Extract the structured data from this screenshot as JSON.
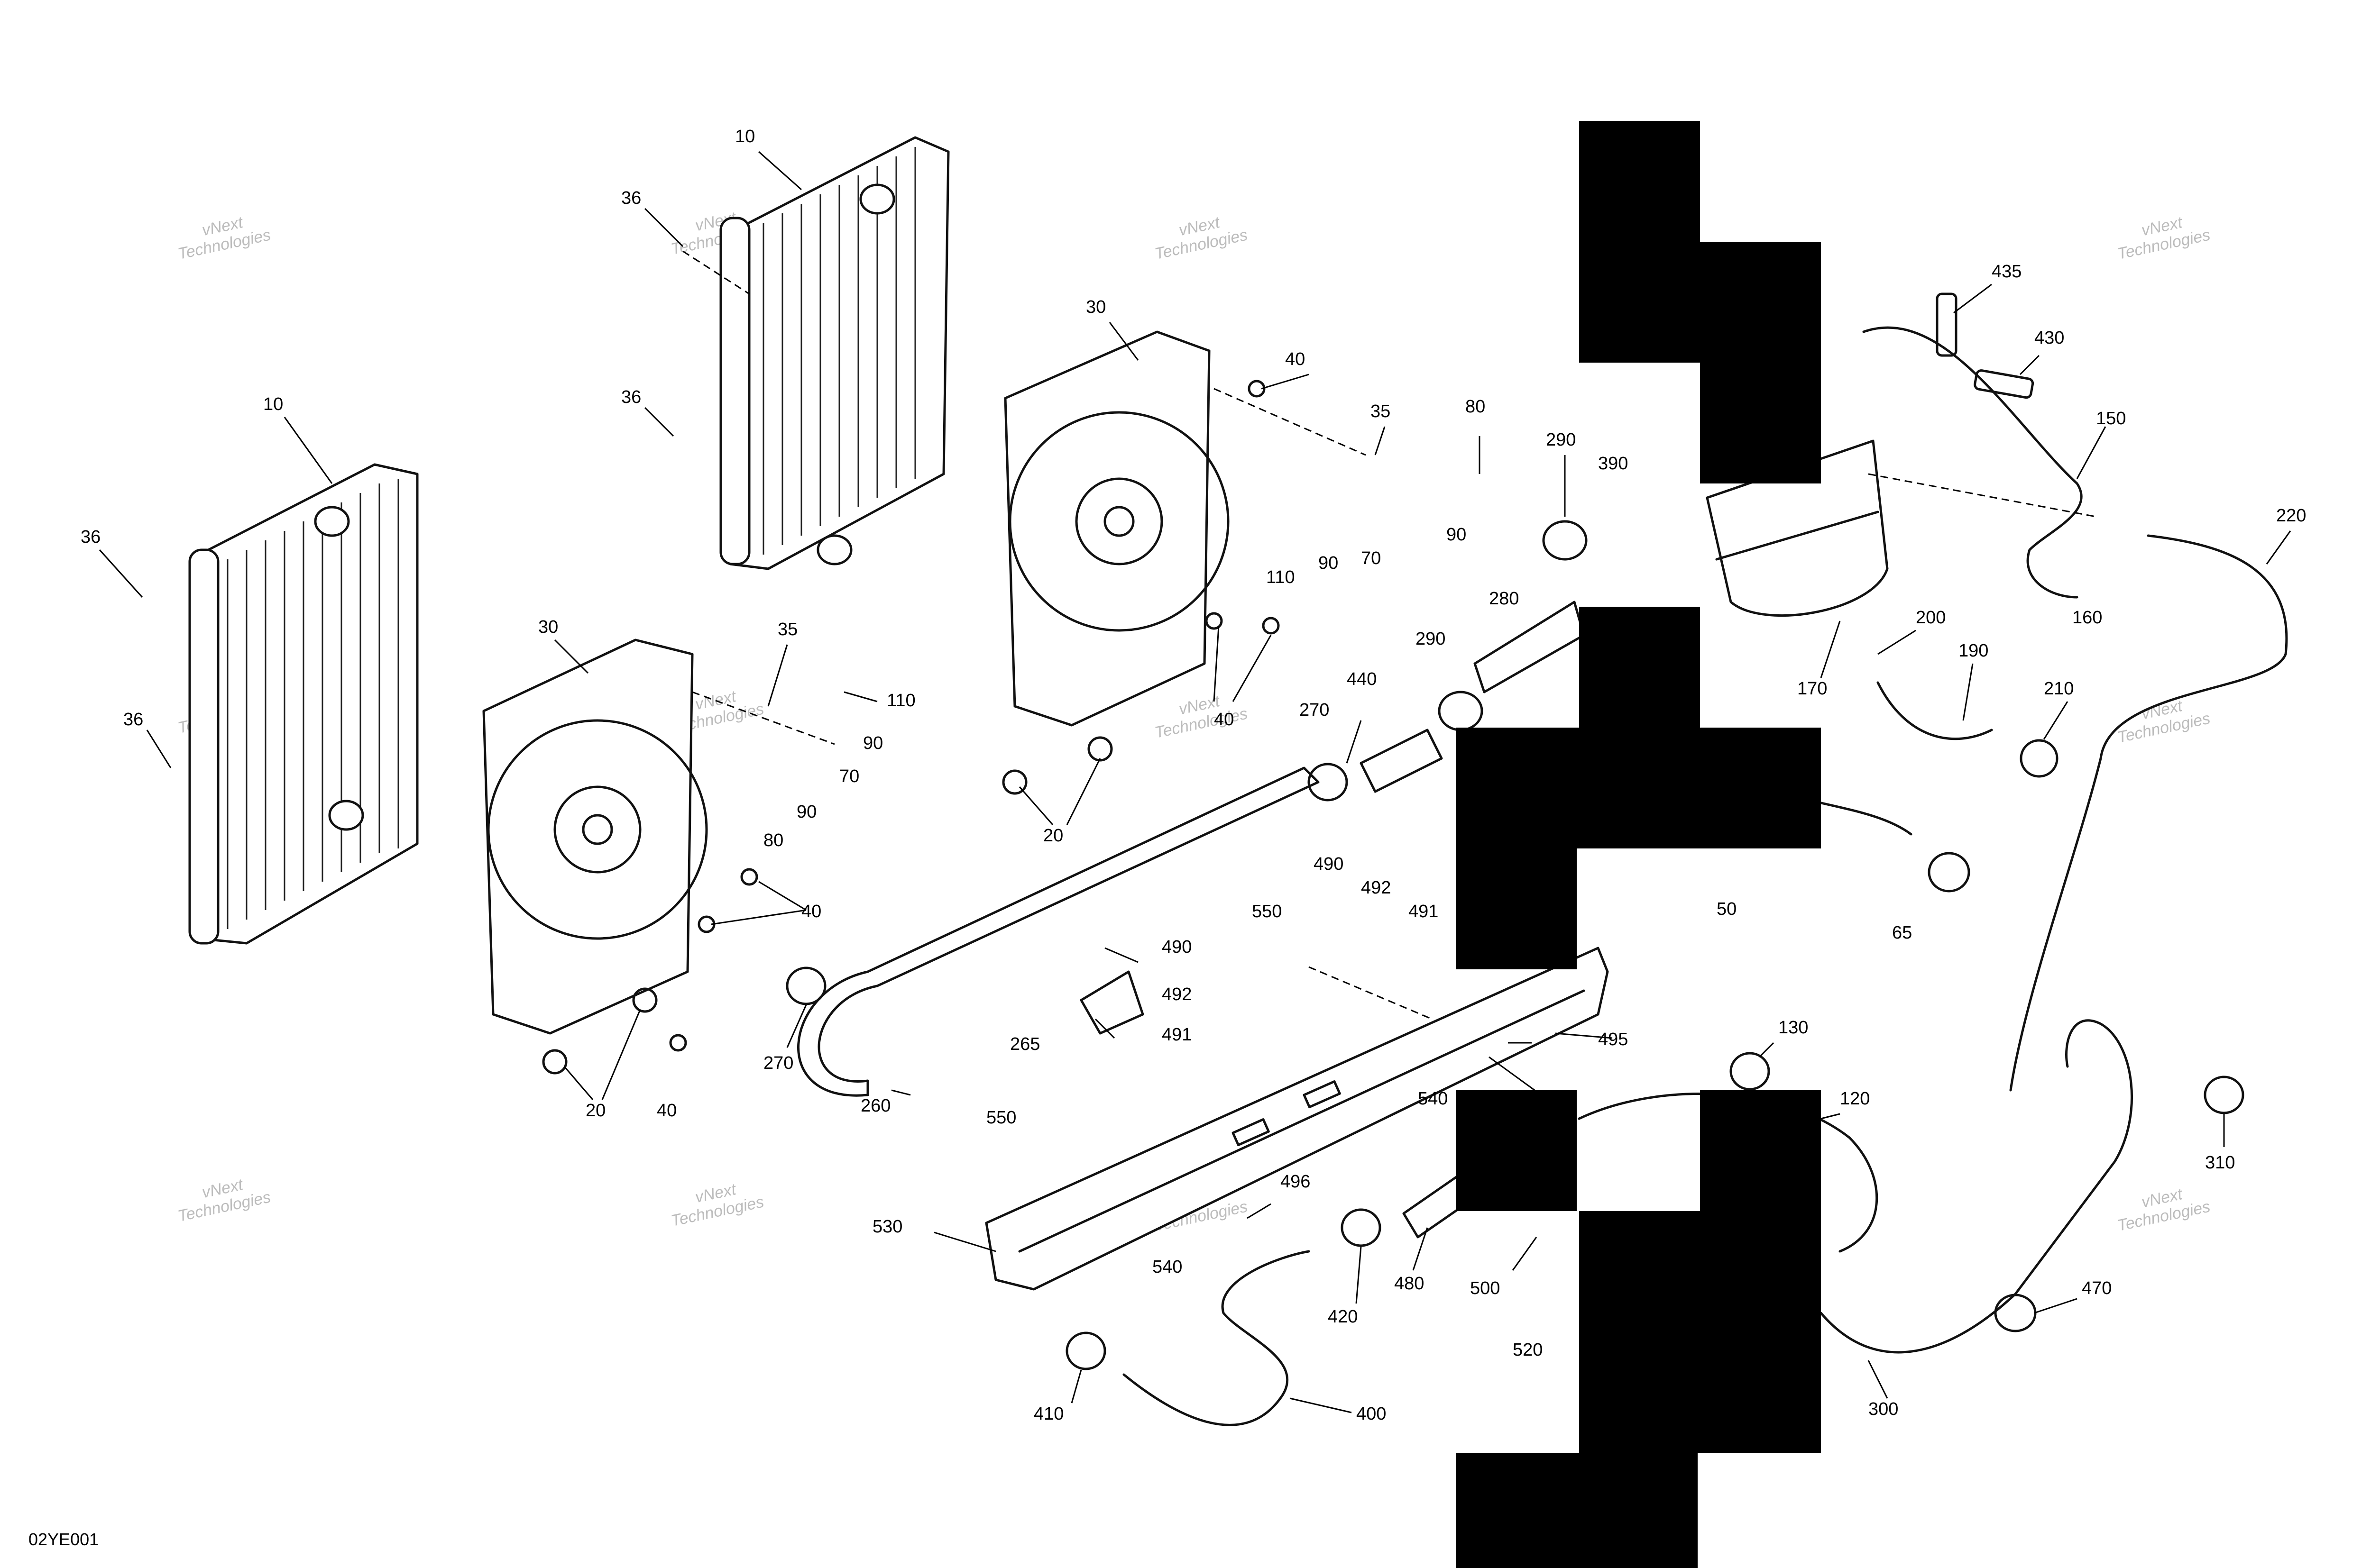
{
  "figure_id": "02YE001",
  "watermark": {
    "line1": "vNext",
    "line2": "Technologies"
  },
  "callouts": [
    {
      "id": "c1",
      "label": "10"
    },
    {
      "id": "c2",
      "label": "10"
    },
    {
      "id": "c3",
      "label": "36"
    },
    {
      "id": "c4",
      "label": "36"
    },
    {
      "id": "c5",
      "label": "36"
    },
    {
      "id": "c6",
      "label": "36"
    },
    {
      "id": "c7",
      "label": "30"
    },
    {
      "id": "c8",
      "label": "30"
    },
    {
      "id": "c9",
      "label": "40"
    },
    {
      "id": "c10",
      "label": "40"
    },
    {
      "id": "c11",
      "label": "40"
    },
    {
      "id": "c12",
      "label": "40"
    },
    {
      "id": "c13",
      "label": "35"
    },
    {
      "id": "c14",
      "label": "35"
    },
    {
      "id": "c15",
      "label": "80"
    },
    {
      "id": "c16",
      "label": "80"
    },
    {
      "id": "c17",
      "label": "90"
    },
    {
      "id": "c18",
      "label": "90"
    },
    {
      "id": "c19",
      "label": "90"
    },
    {
      "id": "c20",
      "label": "90"
    },
    {
      "id": "c21",
      "label": "110"
    },
    {
      "id": "c22",
      "label": "110"
    },
    {
      "id": "c23",
      "label": "70"
    },
    {
      "id": "c24",
      "label": "70"
    },
    {
      "id": "c25",
      "label": "20"
    },
    {
      "id": "c26",
      "label": "20"
    },
    {
      "id": "c27",
      "label": "290"
    },
    {
      "id": "c28",
      "label": "290"
    },
    {
      "id": "c29",
      "label": "280"
    },
    {
      "id": "c30",
      "label": "390"
    },
    {
      "id": "c31",
      "label": "435"
    },
    {
      "id": "c32",
      "label": "430"
    },
    {
      "id": "c33",
      "label": "150"
    },
    {
      "id": "c34",
      "label": "220"
    },
    {
      "id": "c35",
      "label": "160"
    },
    {
      "id": "c36",
      "label": "200"
    },
    {
      "id": "c37",
      "label": "170"
    },
    {
      "id": "c38",
      "label": "190"
    },
    {
      "id": "c39",
      "label": "210"
    },
    {
      "id": "c40",
      "label": "440"
    },
    {
      "id": "c41",
      "label": "270"
    },
    {
      "id": "c42",
      "label": "270"
    },
    {
      "id": "c43",
      "label": "50"
    },
    {
      "id": "c44",
      "label": "65"
    },
    {
      "id": "c45",
      "label": "490"
    },
    {
      "id": "c46",
      "label": "490"
    },
    {
      "id": "c47",
      "label": "492"
    },
    {
      "id": "c48",
      "label": "492"
    },
    {
      "id": "c49",
      "label": "491"
    },
    {
      "id": "c50",
      "label": "491"
    },
    {
      "id": "c51",
      "label": "550"
    },
    {
      "id": "c52",
      "label": "550"
    },
    {
      "id": "c53",
      "label": "265"
    },
    {
      "id": "c54",
      "label": "495"
    },
    {
      "id": "c55",
      "label": "260"
    },
    {
      "id": "c56",
      "label": "540"
    },
    {
      "id": "c57",
      "label": "540"
    },
    {
      "id": "c58",
      "label": "130"
    },
    {
      "id": "c59",
      "label": "120"
    },
    {
      "id": "c60",
      "label": "310"
    },
    {
      "id": "c61",
      "label": "496"
    },
    {
      "id": "c62",
      "label": "530"
    },
    {
      "id": "c63",
      "label": "480"
    },
    {
      "id": "c64",
      "label": "420"
    },
    {
      "id": "c65",
      "label": "500"
    },
    {
      "id": "c66",
      "label": "520"
    },
    {
      "id": "c67",
      "label": "470"
    },
    {
      "id": "c68",
      "label": "410"
    },
    {
      "id": "c69",
      "label": "400"
    },
    {
      "id": "c70",
      "label": "300"
    }
  ]
}
